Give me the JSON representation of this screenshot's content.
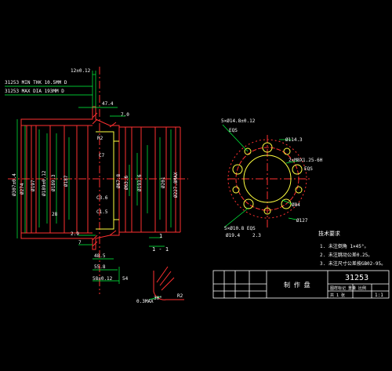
{
  "colors": {
    "background": "#000000",
    "outline": "#ff3030",
    "dimension": "#00ff40",
    "text": "#ffffff",
    "centerline": "#ff3030",
    "hidden": "#ffff40"
  },
  "notes": {
    "min_thk": "31253 MIN THK 10.5MM D",
    "max_dia": "31253 MAX DIA 193MM D"
  },
  "section_view": {
    "dims": {
      "top_thk": "12±0.12",
      "hub_width": "47.4",
      "hub_gap": "7.0",
      "r2_top": "R2",
      "c7": "C7",
      "c3_6": "C3.6",
      "c1_5": "C1.5",
      "d307": "Ø307±0.4",
      "d274": "Ø274",
      "d197": "Ø197",
      "d189_2": "Ø189±0.12",
      "d189_3": "Ø189.3",
      "d187": "Ø187",
      "d67_8": "Ø67.8",
      "d63_6": "Ø63.6",
      "d193": "Ø193.6",
      "d201": "Ø201",
      "d227_8": "Ø227.8MAX",
      "d28": "28",
      "d2_9": "2.9",
      "d7": "7",
      "d48_5": "48.5",
      "d55_8": "55.8",
      "d58": "58±0.12",
      "d54": "54"
    },
    "section_label_num": "1",
    "section_label": "1 - 1"
  },
  "detail": {
    "r2": "R2",
    "ang30": "30°",
    "ref": "0.3MAX"
  },
  "plan_view": {
    "holes_5": "5×Ø14.8±0.12",
    "eqs1": "EQS",
    "d114_3": "Ø114.3",
    "thread": "2×M8X1.25-6H",
    "eqs2": "EQS",
    "d84": "Ø84",
    "d127": "Ø127",
    "holes_5b": "5×Ø10.8 EQS",
    "spot": "Ø19.4",
    "depth": "2.3"
  },
  "tech_req": {
    "title": "技术要求",
    "items": [
      "1. 未注倒角 1×45°。",
      "2. 未注跳动公差0.25。",
      "3. 未注尺寸公差按GB02-95。"
    ]
  },
  "title_block": {
    "part_name": "制 作 盘",
    "part_no": "31253",
    "row1": "图样标记  重量  比例",
    "scale": "1:1",
    "sheet": "共 1 张"
  }
}
